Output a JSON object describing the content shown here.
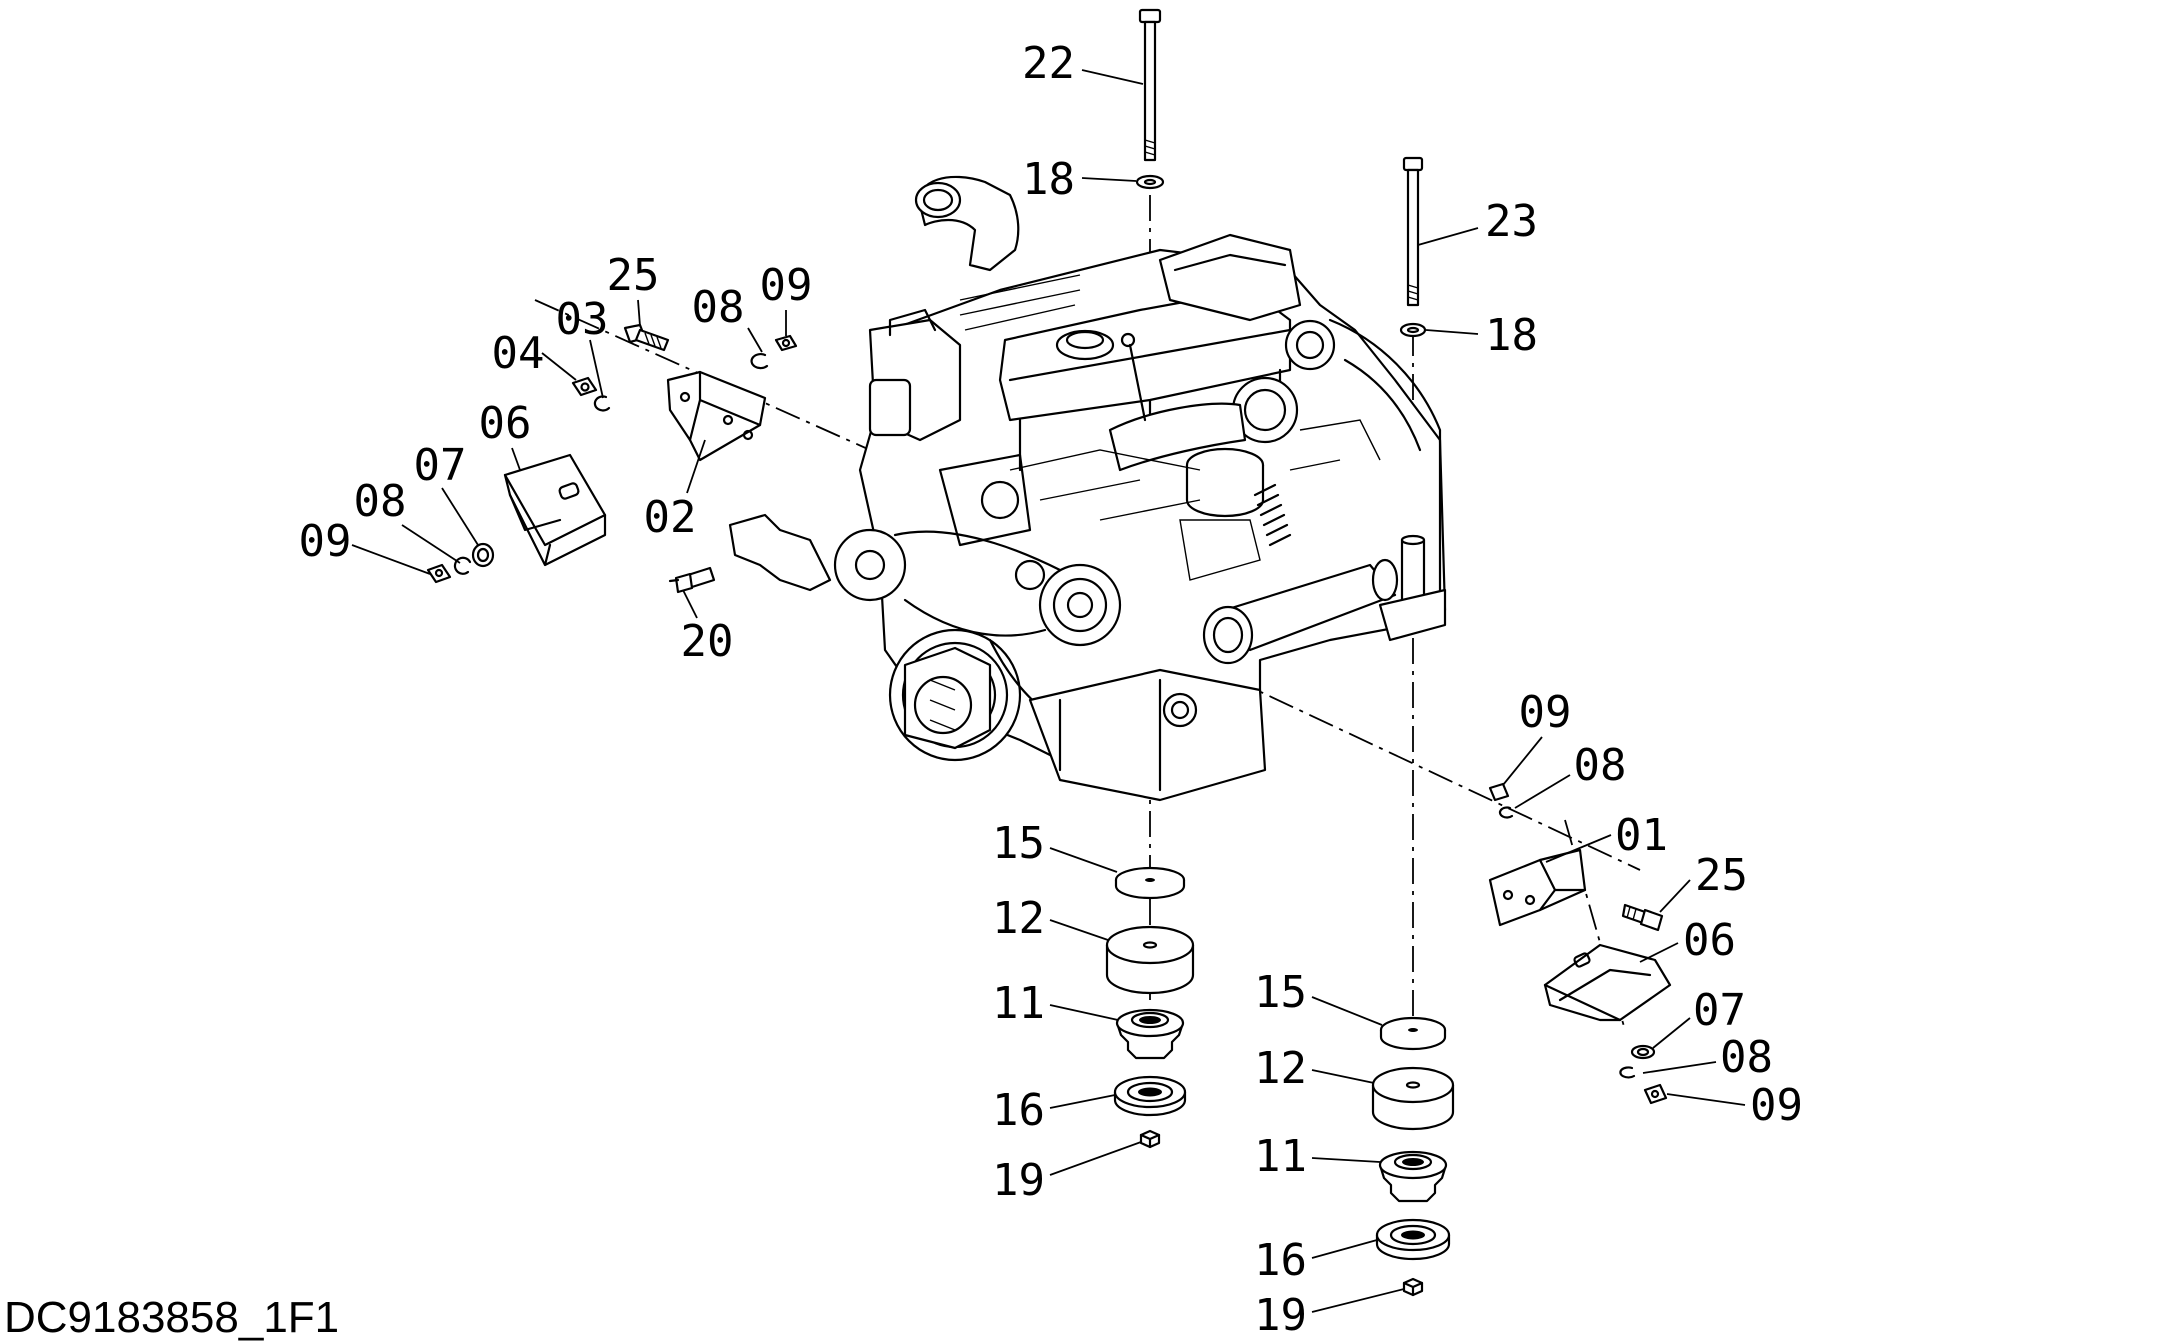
{
  "drawing_id": "DC9183858_1F1",
  "callouts": [
    {
      "id": "c22",
      "text": "22"
    },
    {
      "id": "c18a",
      "text": "18"
    },
    {
      "id": "c23",
      "text": "23"
    },
    {
      "id": "c18b",
      "text": "18"
    },
    {
      "id": "c25a",
      "text": "25"
    },
    {
      "id": "c08a",
      "text": "08"
    },
    {
      "id": "c09a",
      "text": "09"
    },
    {
      "id": "c04",
      "text": "04"
    },
    {
      "id": "c03",
      "text": "03"
    },
    {
      "id": "c06a",
      "text": "06"
    },
    {
      "id": "c07a",
      "text": "07"
    },
    {
      "id": "c08b",
      "text": "08"
    },
    {
      "id": "c09b",
      "text": "09"
    },
    {
      "id": "c02",
      "text": "02"
    },
    {
      "id": "c20",
      "text": "20"
    },
    {
      "id": "c09c",
      "text": "09"
    },
    {
      "id": "c08c",
      "text": "08"
    },
    {
      "id": "c01",
      "text": "01"
    },
    {
      "id": "c25b",
      "text": "25"
    },
    {
      "id": "c06b",
      "text": "06"
    },
    {
      "id": "c07b",
      "text": "07"
    },
    {
      "id": "c08d",
      "text": "08"
    },
    {
      "id": "c09d",
      "text": "09"
    },
    {
      "id": "c15a",
      "text": "15"
    },
    {
      "id": "c12a",
      "text": "12"
    },
    {
      "id": "c11a",
      "text": "11"
    },
    {
      "id": "c16a",
      "text": "16"
    },
    {
      "id": "c19a",
      "text": "19"
    },
    {
      "id": "c15b",
      "text": "15"
    },
    {
      "id": "c12b",
      "text": "12"
    },
    {
      "id": "c11b",
      "text": "11"
    },
    {
      "id": "c16b",
      "text": "16"
    },
    {
      "id": "c19b",
      "text": "19"
    }
  ]
}
